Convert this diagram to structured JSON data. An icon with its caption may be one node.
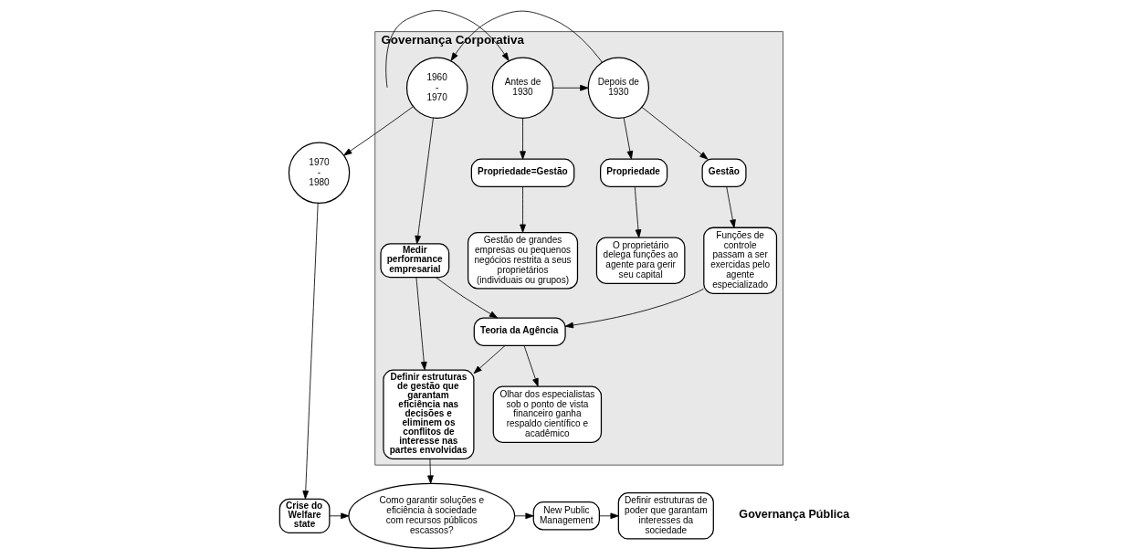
{
  "diagram": {
    "nodes": [
      {
        "text": [
          "Governança Corporativa"
        ]
      },
      {
        "text": [
          "Antes de 1930"
        ],
        "in": 0
      },
      {
        "text": [
          "Depois de 1930"
        ],
        "in": 0
      },
      {
        "text": [
          "1960 - 1970"
        ],
        "in": 0
      },
      {
        "text": [
          "1970 - 1980"
        ]
      },
      {
        "text": [
          "Propriedade=Gestão"
        ],
        "in": 0
      },
      {
        "text": [
          "Gestão de grandes empresas ou pequenos negócios restrita a seus proprietários (individuais ou grupos)"
        ],
        "in": 0
      },
      {
        "text": [
          "Propriedade"
        ],
        "in": 0
      },
      {
        "text": [
          "Gestão"
        ],
        "in": 0
      },
      {
        "text": [
          "O proprietário delega funções ao agente para gerir seu capital"
        ],
        "in": 0
      },
      {
        "text": [
          "Funções de controle passam a ser exercidas pelo agente especializado"
        ],
        "in": 0
      },
      {
        "text": [
          "Medir performance empresarial"
        ],
        "in": 0
      },
      {
        "text": [
          "Teoria da Agência"
        ],
        "in": 0
      },
      {
        "text": [
          "Olhar dos especialistas sob o ponto de vista financeiro ganha respaldo científico e acadêmico"
        ],
        "in": 0
      },
      {
        "text": [
          "Definir estruturas de gestão que garantam eficiência nas decisões e eliminem os conflitos de interesse nas partes envolvidas"
        ],
        "in": 0
      },
      {
        "text": [
          "Crise do Welfare state"
        ]
      },
      {
        "text": [
          "Como garantir soluções e eficiência à sociedade com recursos públicos escassos?"
        ]
      },
      {
        "text": [
          "New Public Management"
        ]
      },
      {
        "text": [
          "Definir estruturas de poder que garantam interesses da sociedade"
        ]
      }
    ],
    "edges": [
      {
        "from": null,
        "to": 1,
        "arrow": "to"
      },
      {
        "from": 1,
        "to": 2,
        "arrow": "to"
      },
      {
        "from": 2,
        "to": 3,
        "arrow": "to"
      },
      {
        "from": 3,
        "to": 4,
        "arrow": "to"
      },
      {
        "from": 1,
        "to": 5,
        "arrow": "to"
      },
      {
        "from": 5,
        "to": 6,
        "arrow": "to"
      },
      {
        "from": 2,
        "to": 7,
        "arrow": "to"
      },
      {
        "from": 2,
        "to": 8,
        "arrow": "to"
      },
      {
        "from": 7,
        "to": 9,
        "arrow": "to"
      },
      {
        "from": 8,
        "to": 10,
        "arrow": "to"
      },
      {
        "from": 3,
        "to": 11,
        "arrow": "to"
      },
      {
        "from": 11,
        "to": 12,
        "arrow": "to"
      },
      {
        "from": 12,
        "to": 13,
        "arrow": "to"
      },
      {
        "from": 10,
        "to": 12,
        "arrow": "to"
      },
      {
        "from": 11,
        "to": 14,
        "arrow": "to"
      },
      {
        "from": 12,
        "to": 14,
        "arrow": "to"
      },
      {
        "from": 14,
        "to": 16,
        "arrow": "to"
      },
      {
        "from": 4,
        "to": 15,
        "arrow": "to"
      },
      {
        "from": 15,
        "to": 16,
        "arrow": "to"
      },
      {
        "from": 16,
        "to": 17,
        "arrow": "to"
      },
      {
        "from": 17,
        "to": 18,
        "arrow": "to"
      }
    ],
    "labels": [
      "Governança Pública"
    ]
  }
}
